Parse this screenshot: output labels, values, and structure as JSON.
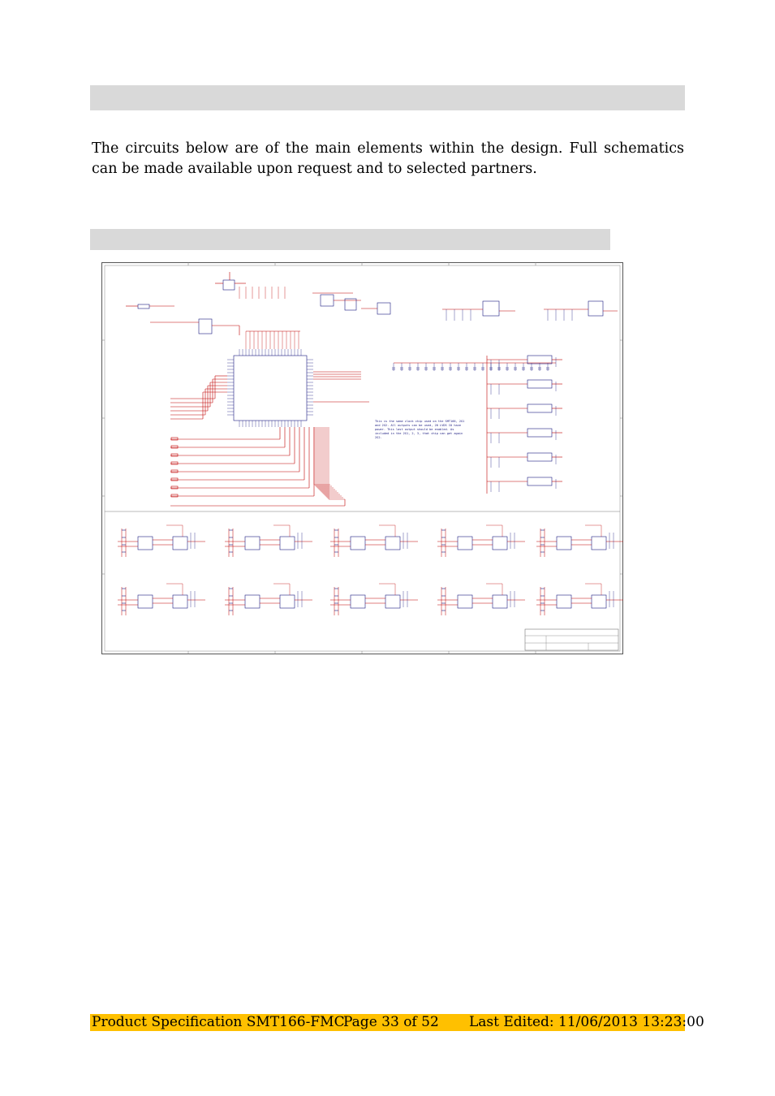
{
  "document": {
    "intro_text": "The circuits below are of the main elements within the design. Full schematics can be made available upon request and to selected partners.",
    "schematic_note": "This is the same clock chip used on the SMT166, 2G1 and 2G2. All outputs can be used, 20 LVDS IO have power. This last output should be enabled. As included in the 2G1, 2, 3, that chip can get again 2G2."
  },
  "footer": {
    "title": "Product Specification SMT166-FMC",
    "page": "Page 33 of 52",
    "edited": "Last Edited: 11/06/2013 13:23:00"
  },
  "colors": {
    "heading_bar": "#d9d9d9",
    "footer_bar": "#ffc000",
    "wire": "#c00000",
    "component": "#1a1a80"
  }
}
